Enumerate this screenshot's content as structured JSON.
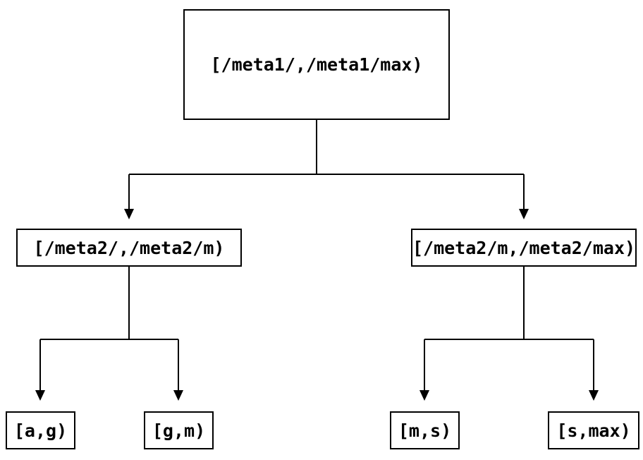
{
  "diagram": {
    "kind": "interval-partition-tree",
    "background_color": "#ffffff",
    "line_color": "#000000",
    "text_color": "#000000",
    "root": {
      "label": "[/meta1/,/meta1/max)"
    },
    "level2": [
      {
        "label": "[/meta2/,/meta2/m)"
      },
      {
        "label": "[/meta2/m,/meta2/max)"
      }
    ],
    "leaves": [
      {
        "label": "[a,g)"
      },
      {
        "label": "[g,m)"
      },
      {
        "label": "[m,s)"
      },
      {
        "label": "[s,max)"
      }
    ]
  }
}
